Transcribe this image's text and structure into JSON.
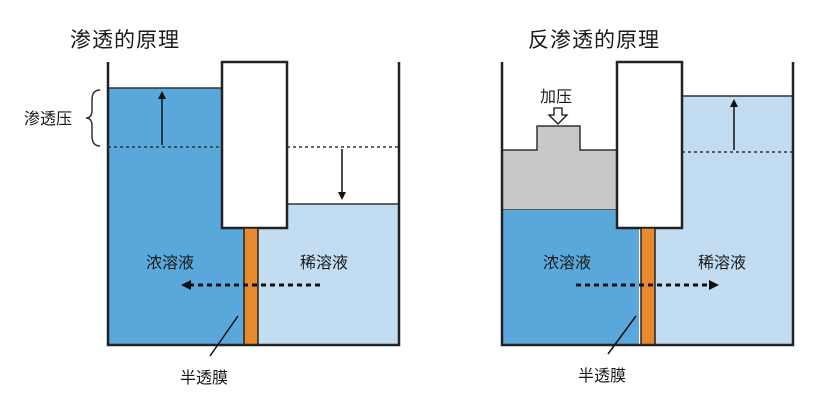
{
  "left_diagram": {
    "title": "渗透的原理",
    "concentrated_label": "浓溶液",
    "dilute_label": "稀溶液",
    "membrane_label": "半透膜",
    "pressure_label": "渗透压"
  },
  "right_diagram": {
    "title": "反渗透的原理",
    "concentrated_label": "浓溶液",
    "dilute_label": "稀溶液",
    "membrane_label": "半透膜",
    "pressure_label": "加压"
  },
  "colors": {
    "concentrated": "#5aa8db",
    "dilute": "#c2ddf1",
    "membrane": "#e8892e",
    "piston": "#c8c8c8",
    "wall": "#222222"
  }
}
